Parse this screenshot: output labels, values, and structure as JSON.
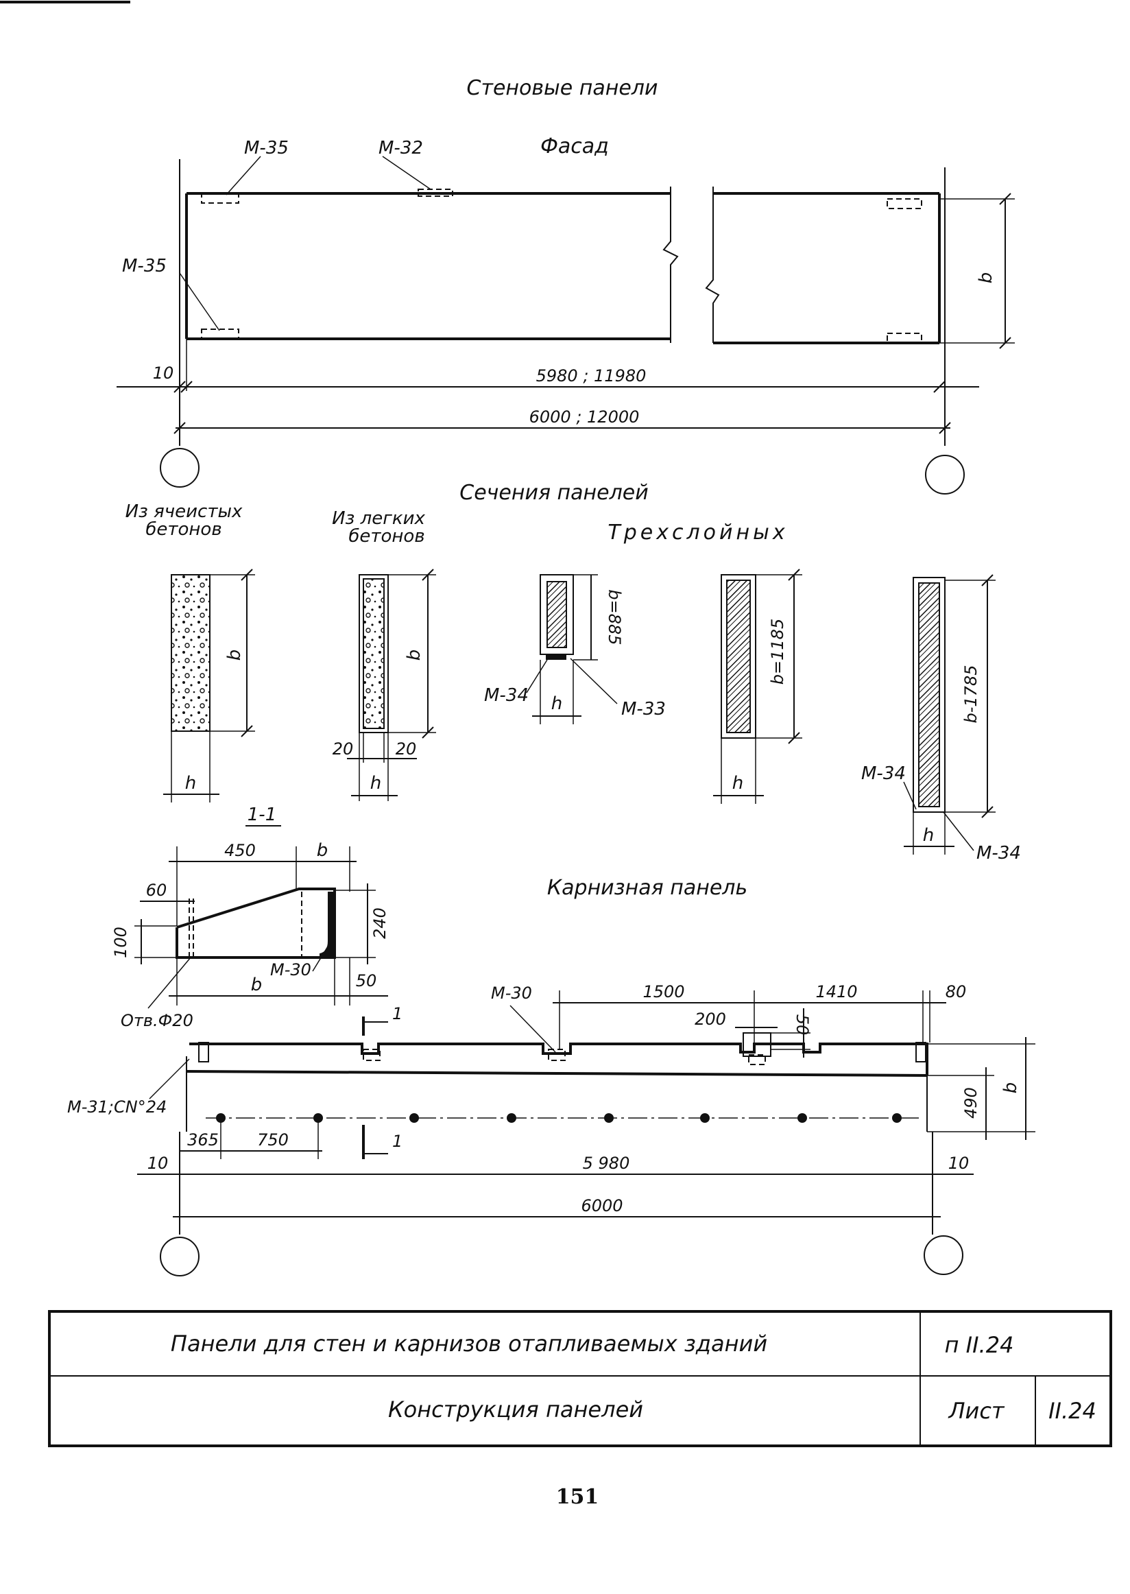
{
  "title_top": "Стеновые панели",
  "facade": {
    "label": "Фасад",
    "marks": {
      "m35_top": "М-35",
      "m32": "М-32",
      "m35_left": "М-35"
    },
    "dims": {
      "b": "b",
      "ten": "10",
      "inner": "5980 ; 11980",
      "outer": "6000 ; 12000"
    }
  },
  "sections": {
    "title": "Сечения панелей",
    "cellular": {
      "label": "Из ячеистых бетонов",
      "label_l1": "Из ячеистых",
      "label_l2": "бетонов",
      "b": "b",
      "h": "h"
    },
    "light": {
      "label_l1": "Из легких",
      "label_l2": "бетонов",
      "b": "b",
      "h": "h",
      "d20a": "20",
      "d20b": "20"
    },
    "three_layer": {
      "label": "Трехслойных",
      "s1": {
        "b": "b=885",
        "h": "h",
        "m34": "М-34",
        "m33": "М-33"
      },
      "s2": {
        "b": "b=1185",
        "h": "h"
      },
      "s3": {
        "b": "b-1785",
        "h": "h",
        "m34a": "М-34",
        "m34b": "М-34"
      }
    }
  },
  "cut": {
    "label": "1-1",
    "d450": "450",
    "b1": "b",
    "d60": "60",
    "d100": "100",
    "d240": "240",
    "m30": "М-30",
    "b2": "b",
    "d50": "50",
    "hole": "Отв.Ф20"
  },
  "cornice": {
    "label": "Карнизная панель",
    "m30": "М-30",
    "d1500": "1500",
    "d1410": "1410",
    "d80": "80",
    "d200": "200",
    "d50": "50",
    "m31": "М-31;СN°24",
    "d490": "490",
    "b": "b",
    "d365": "365",
    "d750": "750",
    "cut_a": "1",
    "cut_b": "1",
    "ten_l": "10",
    "d5980": "5 980",
    "ten_r": "10",
    "d6000": "6000"
  },
  "stamp": {
    "row1_text": "Панели для стен и карнизов отапливаемых зданий",
    "row1_code": "п II.24",
    "row2_text": "Конструкция панелей",
    "sheet_label": "Лист",
    "sheet_no": "II.24"
  },
  "page_number": "151"
}
